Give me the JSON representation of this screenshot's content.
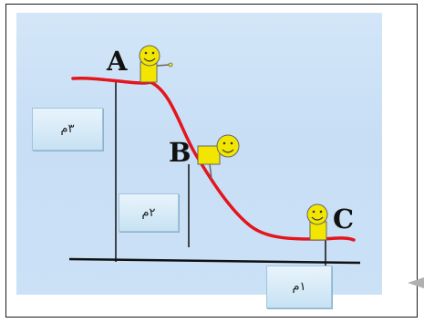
{
  "points": {
    "a": "A",
    "b": "B",
    "c": "C"
  },
  "heights": {
    "a": "٣م",
    "b": "٢م",
    "c": "١م"
  },
  "colors": {
    "curve": "#e4151c",
    "ground": "#111111",
    "figure": "#f2e600"
  }
}
